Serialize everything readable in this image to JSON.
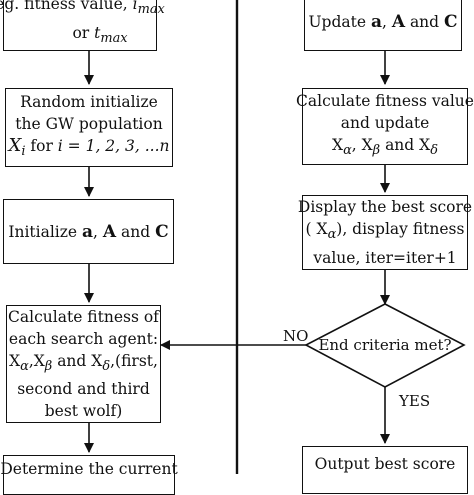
{
  "nodes": {
    "init_criteria": {
      "line1": "eg. fitness value, ",
      "line1_math": "i",
      "line1_sub": "max",
      "line2_prefix": "or ",
      "line2_math": "t",
      "line2_sub": "max"
    },
    "random_init": {
      "line1": "Random initialize",
      "line2": "the GW population",
      "line3_math": "X",
      "line3_sub": "i",
      "line3_mid": " for ",
      "line3_math2": "i = 1, 2, 3, ...n"
    },
    "init_params": {
      "prefix": "Initialize ",
      "a": "a",
      "sep": ", ",
      "A": "A",
      "and": " and ",
      "C": "C"
    },
    "calc_fitness_agent": {
      "line1": "Calculate fitness of",
      "line2": "each  search agent:",
      "line3": "X",
      "line3_s1": "α",
      "line3_c1": ",X",
      "line3_s2": "β",
      "line3_c2": " and X",
      "line3_s3": "δ",
      "line3_end": ",(first,",
      "line4": "second and third",
      "line5": "best wolf)"
    },
    "determine_current": {
      "line1": "Determine the current"
    },
    "update_params": {
      "prefix": "Update ",
      "a": "a",
      "sep": ", ",
      "A": "A",
      "and": " and ",
      "C": "C"
    },
    "calc_update": {
      "line1": "Calculate fitness value",
      "line2": "and update",
      "line3": "X",
      "line3_s1": "α",
      "line3_c1": ", X",
      "line3_s2": "β",
      "line3_c2": " and X",
      "line3_s3": "δ"
    },
    "display_best": {
      "line1": "Display the best score",
      "line2_a": "( X",
      "line2_s": "α",
      "line2_b": "), display fitness",
      "line3": "value, iter=iter+1"
    },
    "end_criteria": {
      "text": "End criteria met?"
    },
    "output_best": {
      "line1": "Output best score"
    }
  },
  "edge_labels": {
    "no": "NO",
    "yes": "YES"
  }
}
